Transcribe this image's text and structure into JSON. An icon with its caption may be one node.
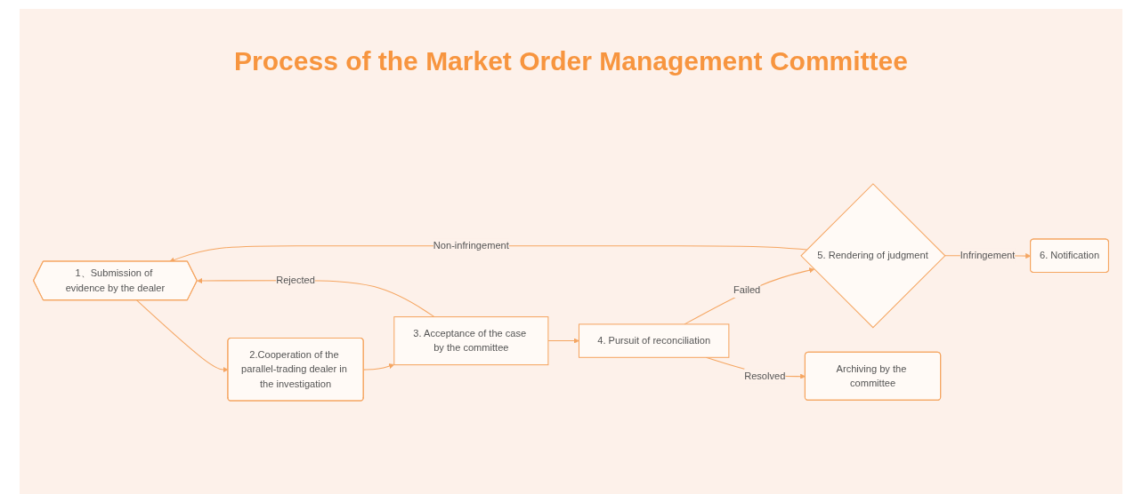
{
  "diagram": {
    "title": "Process of the Market Order Management Committee",
    "nodes": [
      {
        "text": [
          "1、Submission of evidence by the dealer"
        ]
      },
      {
        "text": [
          "2.Cooperation of the parallel-trading dealer in the investigation"
        ]
      },
      {
        "text": [
          "3. Acceptance of the case by the committee"
        ]
      },
      {
        "text": [
          "4. Pursuit of reconciliation"
        ]
      },
      {
        "text": [
          "5. Rendering of judgment"
        ]
      },
      {
        "text": [
          "6. Notification"
        ]
      },
      {
        "text": [
          "Archiving by the committee"
        ]
      }
    ],
    "edges": [
      {
        "from": 0,
        "to": 1,
        "arrow": "to"
      },
      {
        "from": 1,
        "to": 2,
        "arrow": "to"
      },
      {
        "from": 2,
        "to": 3,
        "arrow": "to"
      },
      {
        "from": 2,
        "to": 0,
        "arrow": "to",
        "label": "Rejected"
      },
      {
        "from": 3,
        "to": 4,
        "arrow": "to",
        "label": "Failed"
      },
      {
        "from": 3,
        "to": 6,
        "arrow": "to",
        "label": "Resolved"
      },
      {
        "from": 4,
        "to": 5,
        "arrow": "to",
        "label": "Infringement"
      },
      {
        "from": 4,
        "to": 0,
        "arrow": "to",
        "label": "Non-infringement"
      }
    ]
  }
}
